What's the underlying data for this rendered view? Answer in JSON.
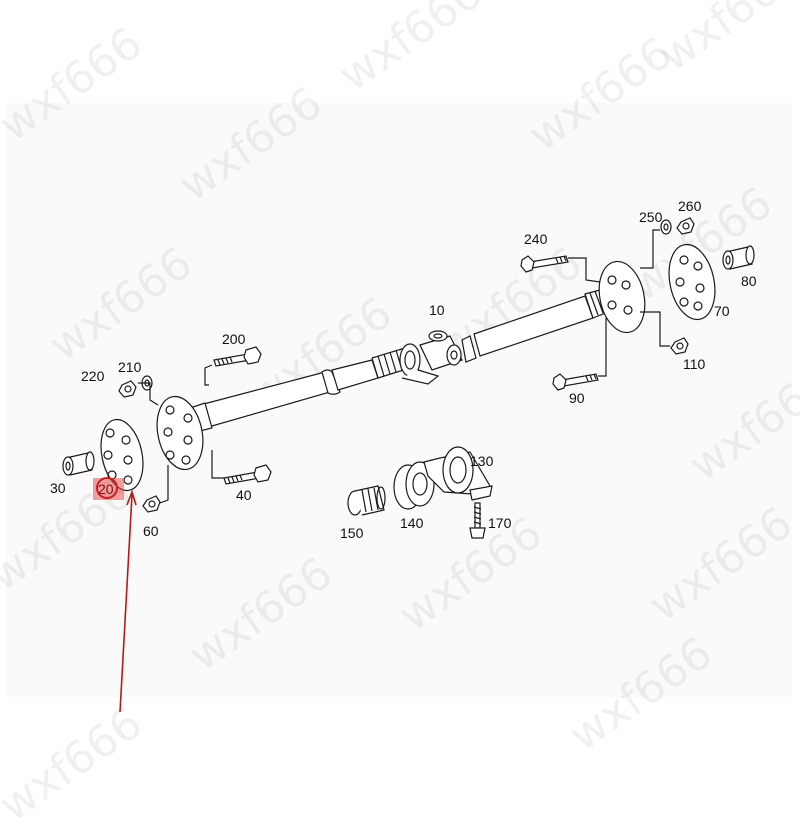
{
  "diagram": {
    "type": "exploded-parts-diagram",
    "subject": "propeller shaft assembly",
    "highlighted_part": "20",
    "highlight_color": "#c81e1e",
    "watermark": "wxf666",
    "parts": [
      {
        "id": "10",
        "label": "10"
      },
      {
        "id": "20",
        "label": "20"
      },
      {
        "id": "30",
        "label": "30"
      },
      {
        "id": "40",
        "label": "40"
      },
      {
        "id": "60",
        "label": "60"
      },
      {
        "id": "70",
        "label": "70"
      },
      {
        "id": "80",
        "label": "80"
      },
      {
        "id": "90",
        "label": "90"
      },
      {
        "id": "110",
        "label": "110"
      },
      {
        "id": "130",
        "label": "130"
      },
      {
        "id": "140",
        "label": "140"
      },
      {
        "id": "150",
        "label": "150"
      },
      {
        "id": "170",
        "label": "170"
      },
      {
        "id": "200",
        "label": "200"
      },
      {
        "id": "210",
        "label": "210"
      },
      {
        "id": "220",
        "label": "220"
      },
      {
        "id": "240",
        "label": "240"
      },
      {
        "id": "250",
        "label": "250"
      },
      {
        "id": "260",
        "label": "260"
      }
    ]
  }
}
